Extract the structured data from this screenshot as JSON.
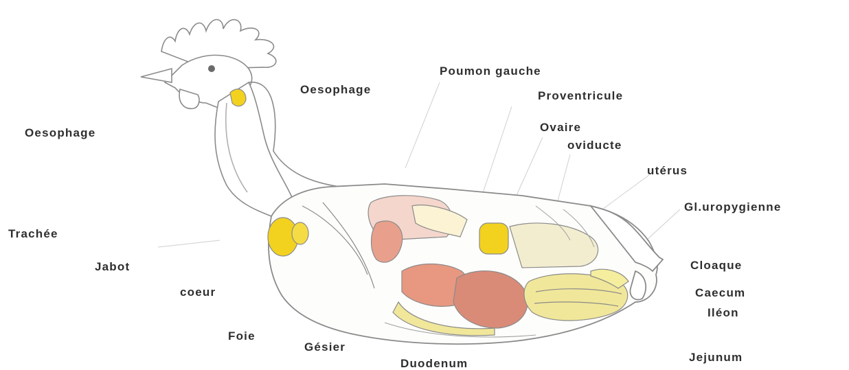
{
  "labels": {
    "oesophage_left": "Oesophage",
    "oesophage_top": "Oesophage",
    "poumon_gauche": "Poumon gauche",
    "proventricule": "Proventricule",
    "ovaire": "Ovaire",
    "oviducte": "oviducte",
    "uterus": "utérus",
    "gl_uropygienne": "Gl.uropygienne",
    "trachee": "Trachée",
    "jabot": "Jabot",
    "coeur": "coeur",
    "cloaque": "Cloaque",
    "caecum": "Caecum",
    "ileon": "Iléon",
    "foie": "Foie",
    "gesier": "Gésier",
    "duodenum": "Duodenum",
    "jejunum": "Jejunum"
  },
  "colors": {
    "outline": "#8a8a8a",
    "label_text": "#2e2e2e",
    "jabot_yellow": "#f2d21f",
    "organ_pink": "#e8a08c",
    "gizzard_pink": "#d98b78",
    "intestine_yellow": "#f1e79a",
    "leader_line": "#c8c8c8"
  }
}
